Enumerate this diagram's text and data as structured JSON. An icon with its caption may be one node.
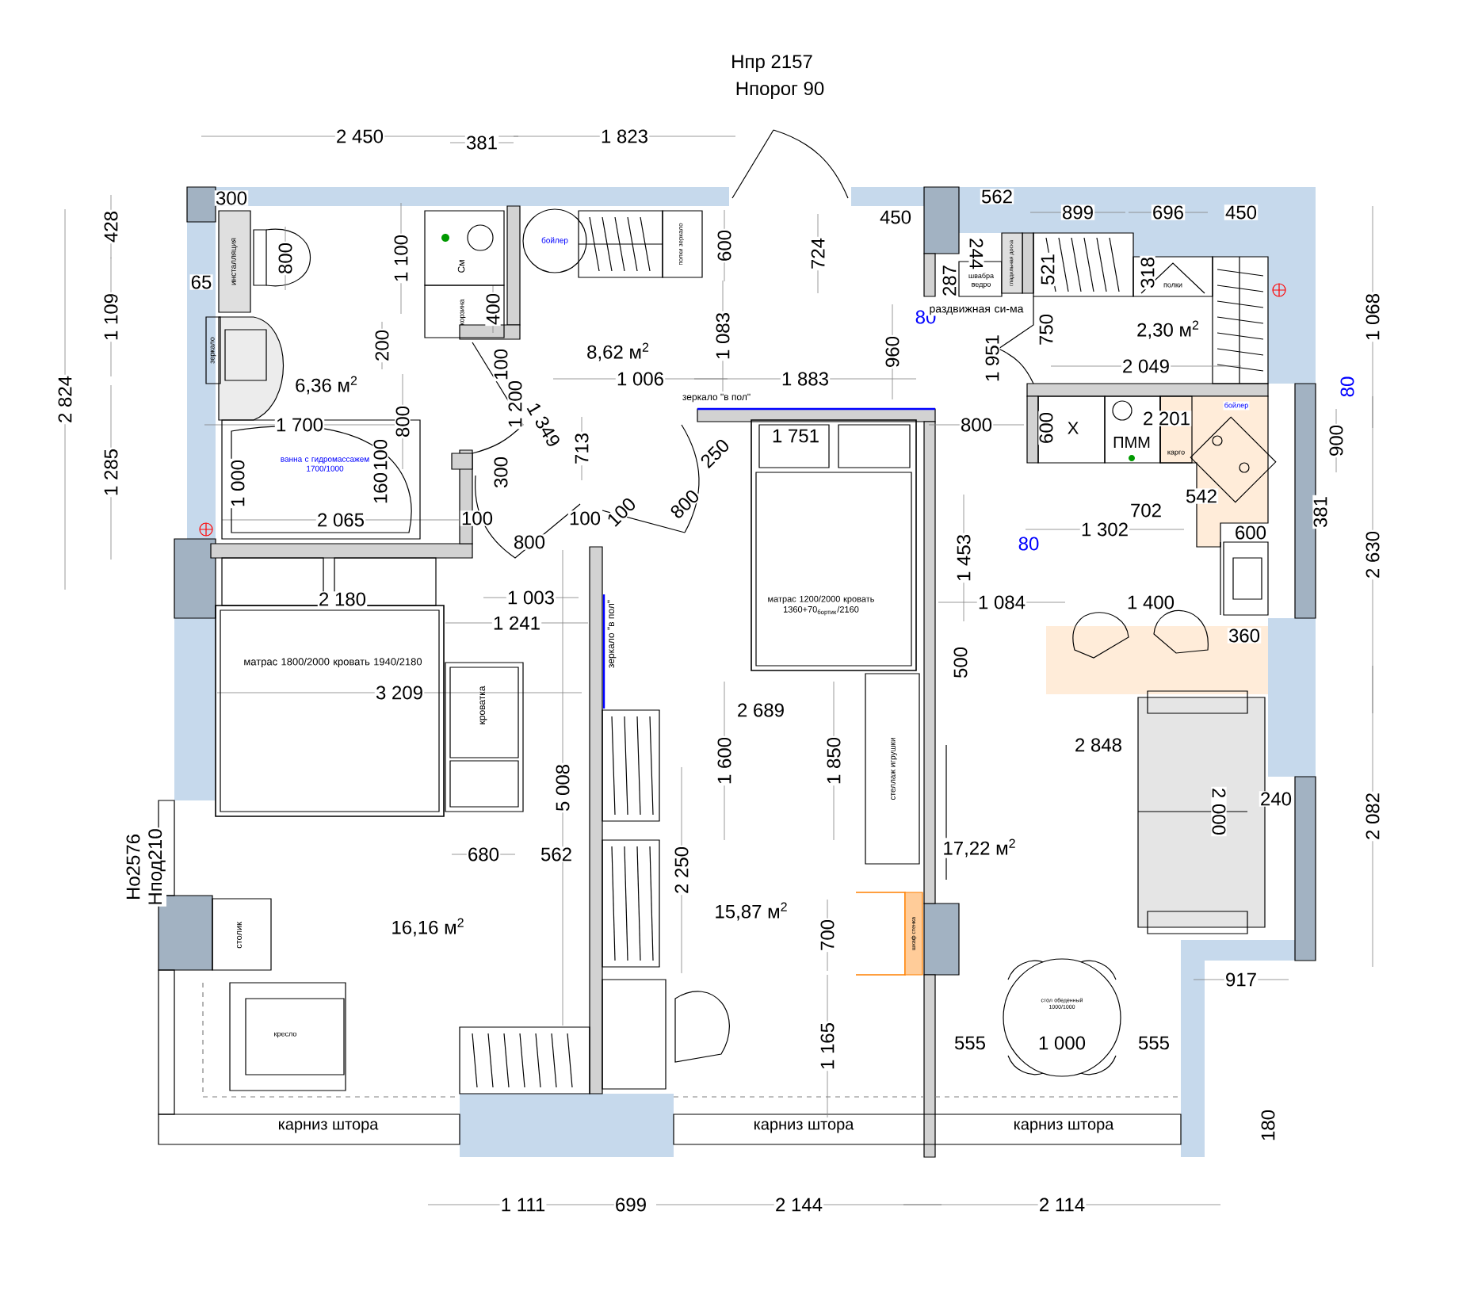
{
  "diagram": {
    "nodes": [
      {
        "text": [
          "инсталляция"
        ]
      },
      {
        "text": [
          "зеркало"
        ]
      },
      {
        "text": [
          "ванна с гидромассажем 1700/1000"
        ]
      },
      {
        "text": [
          "См"
        ]
      },
      {
        "text": [
          "корзина"
        ]
      },
      {
        "text": [
          "бойлер"
        ]
      },
      {
        "text": [
          "полки зеркало"
        ]
      },
      {
        "text": [
          "швабра ведро"
        ]
      },
      {
        "text": [
          "гладильная доска"
        ]
      },
      {
        "text": [
          "полки"
        ]
      },
      {
        "text": [
          "Х"
        ]
      },
      {
        "text": [
          "ПММ"
        ]
      },
      {
        "text": [
          "карго"
        ]
      },
      {
        "text": [
          "матрас 1800/2000 кровать 1940/2180"
        ]
      },
      {
        "text": [
          "кроватка"
        ]
      },
      {
        "text": [
          "столик"
        ]
      },
      {
        "text": [
          "кресло"
        ]
      },
      {
        "text": [
          "матрас 1200/2000 кровать 1360+70$_{бортик}$/2160"
        ]
      },
      {
        "text": [
          "стеллаж игрушки"
        ]
      },
      {
        "text": [
          "шкаф стенка"
        ]
      },
      {
        "text": [
          "стол обеденный 1000/1000"
        ]
      }
    ],
    "labels": [
      "Нпр 2157",
      "Нпорог 90",
      "2 450",
      "381",
      "1 823",
      "300",
      "428",
      "2 824",
      "1 109",
      "1 285",
      "65",
      "800",
      "1 100",
      "400",
      "200",
      "6,36 м$^{2}$",
      "100",
      "1 200",
      "1 349",
      "713",
      "8,62 м$^{2}$",
      "600",
      "1 083",
      "724",
      "450",
      "1 006",
      "1 883",
      "960",
      "зеркало \"в пол\"",
      "1 751",
      "1 700",
      "800",
      "100",
      "1 000",
      "160",
      "300",
      "2 065",
      "100",
      "100",
      "100",
      "800",
      "250",
      "800",
      "562",
      "899",
      "696",
      "450",
      "244",
      "287",
      "521",
      "318",
      "80",
      "раздвижная си-ма",
      "1 951",
      "750",
      "2,30 м$^{2}$",
      "2 049",
      "1 068",
      "80",
      "800",
      "600",
      "2 201",
      "бойлер",
      "900",
      "2 630",
      "702",
      "542",
      "1 302",
      "381",
      "80",
      "600",
      "1 453",
      "2 180",
      "1 003",
      "1 241",
      "1 084",
      "1 400",
      "360",
      "зеркало \"в пол\"",
      "500",
      "3 209",
      "2 689",
      "2 848",
      "1 600",
      "1 850",
      "5 008",
      "240",
      "2 000",
      "2 082",
      "680",
      "562",
      "17,22 м$^{2}$",
      "Но2576",
      "Нпод210",
      "2 250",
      "15,87 м$^{2}$",
      "16,16 м$^{2}$",
      "700",
      "917",
      "555",
      "1 000",
      "555",
      "1 165",
      "180",
      "карниз штора",
      "карниз штора",
      "карниз штора",
      "1 111",
      "699",
      "2 144",
      "2 114"
    ]
  }
}
